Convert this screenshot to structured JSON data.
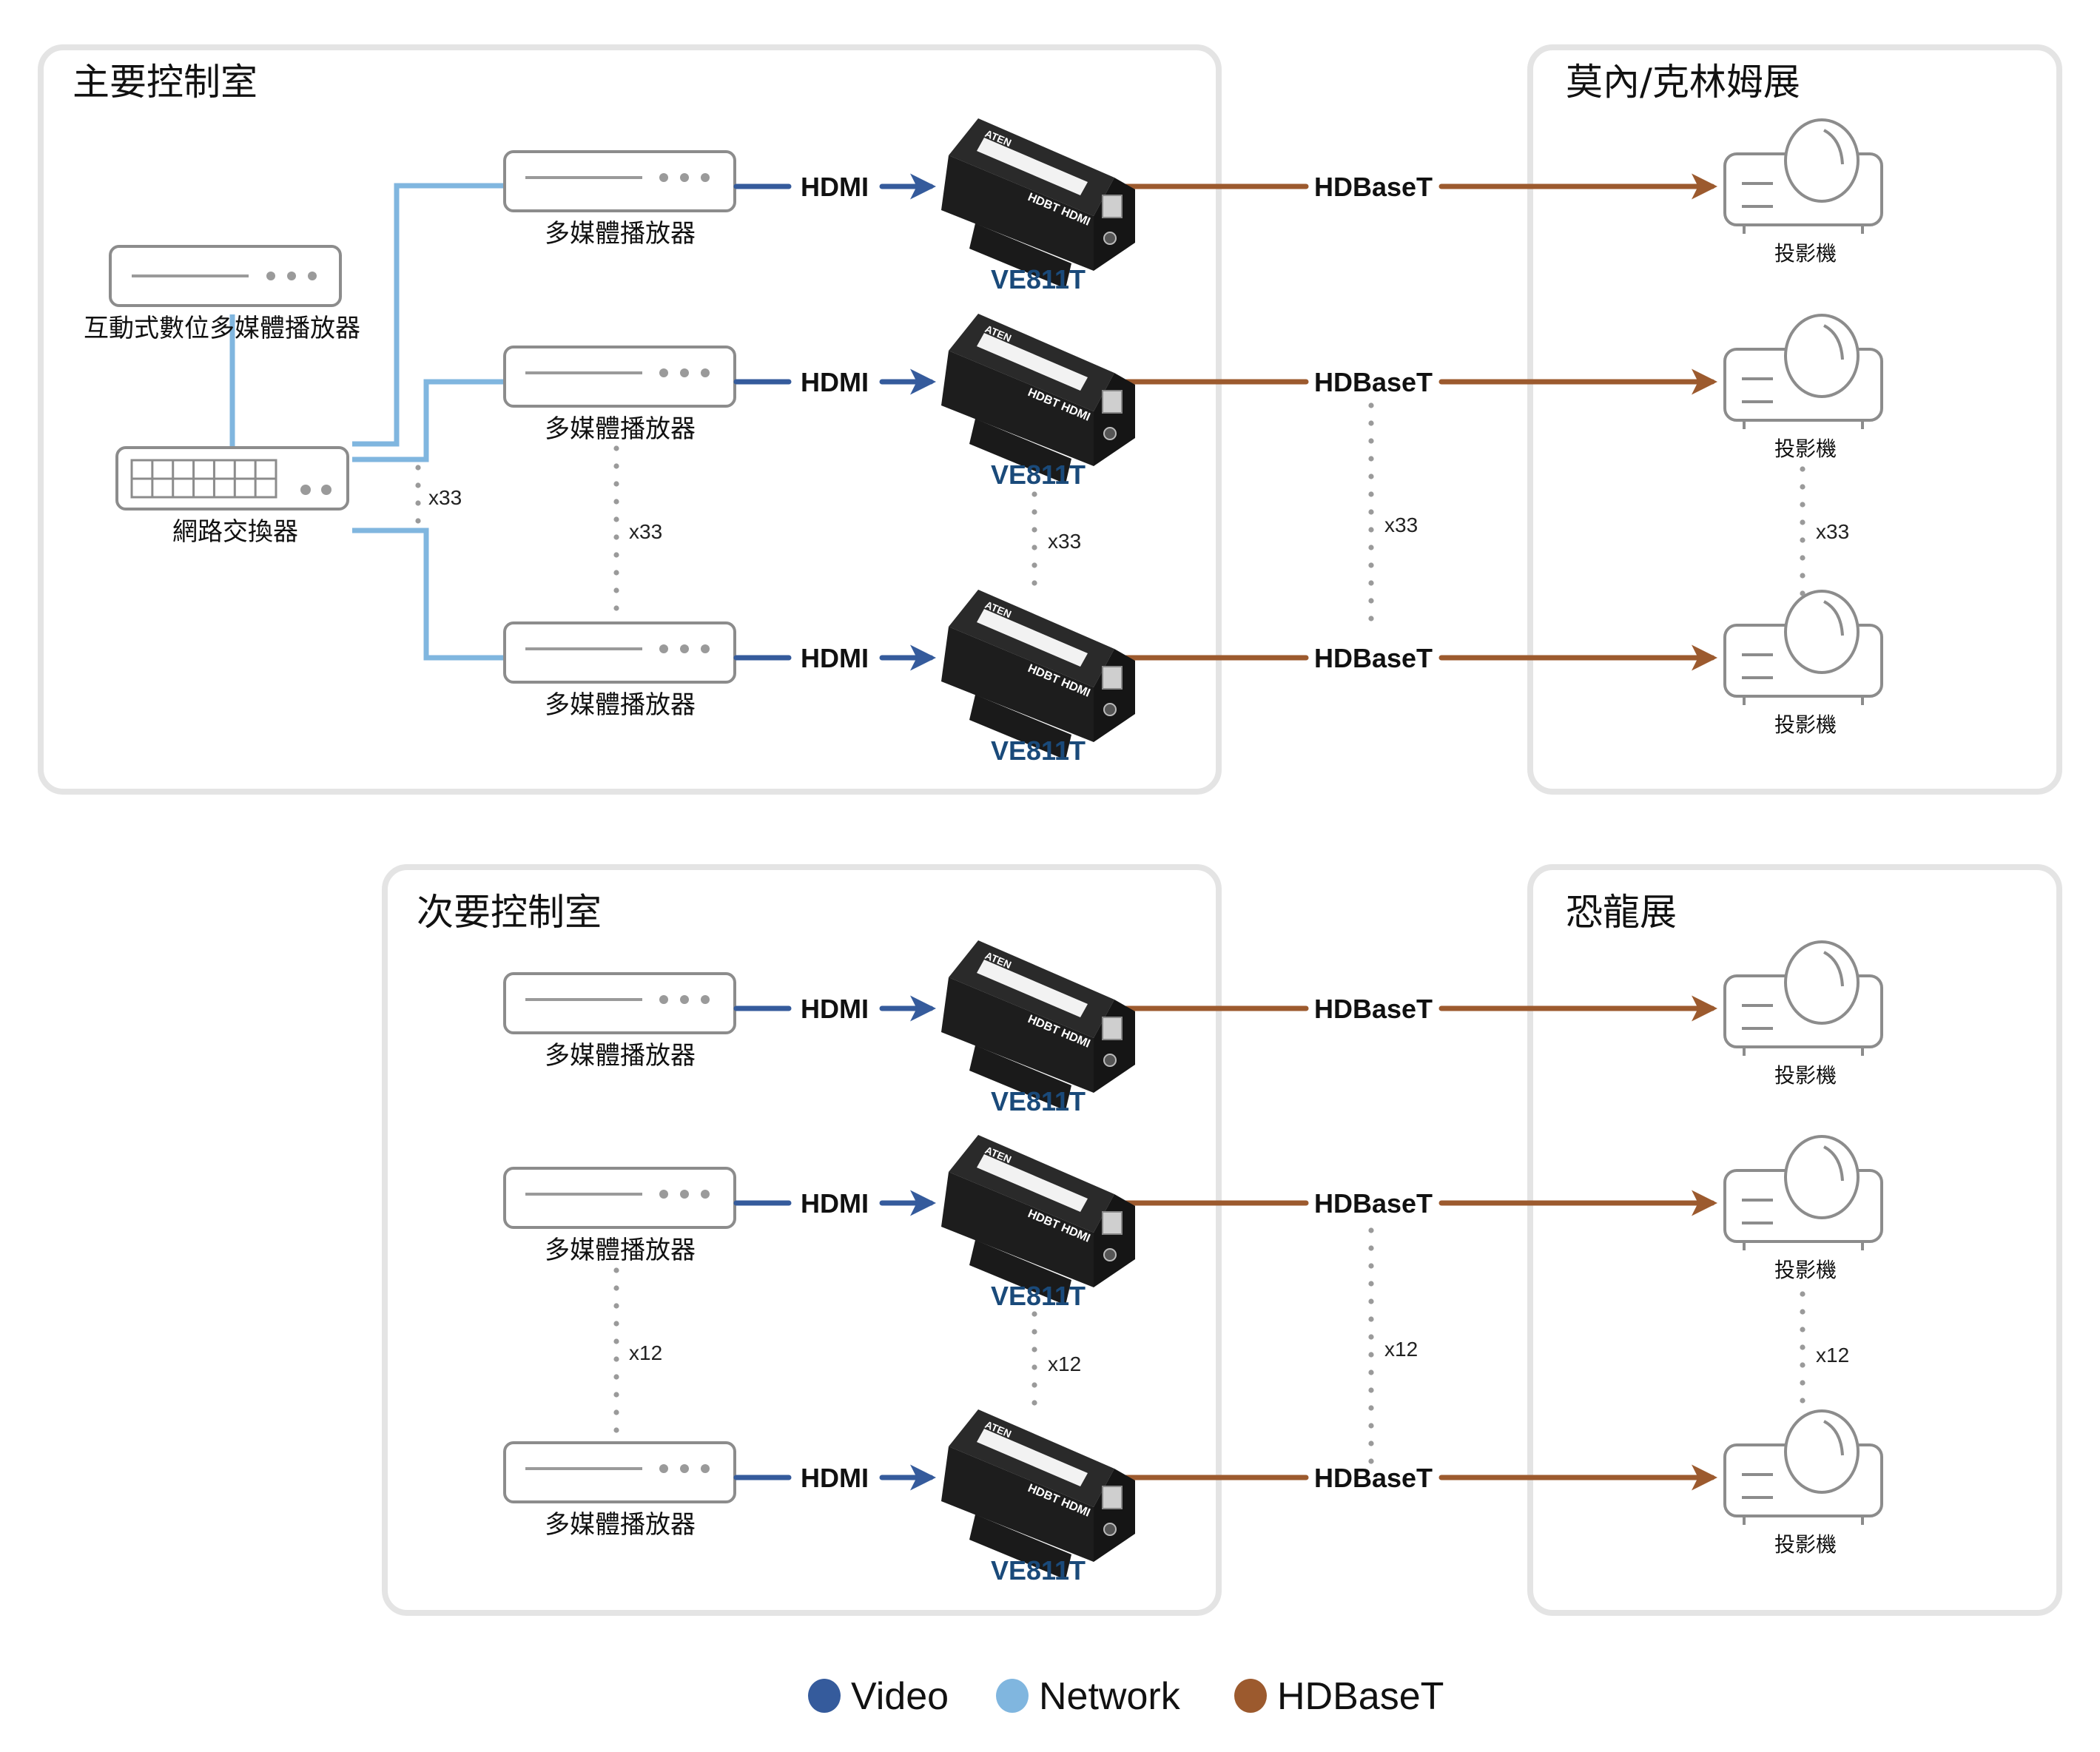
{
  "colors": {
    "video": "#355b9c",
    "network": "#80b6df",
    "hdbaset": "#9c5a2e",
    "panel_border": "#e4e4e4",
    "device_outline": "#8c8c8c",
    "dots": "#9a9a9a",
    "model_label": "#1a4a7a"
  },
  "panels": [
    {
      "id": "main-control-room",
      "title": "主要控制室"
    },
    {
      "id": "monet-klimt-exhibit",
      "title": "莫內/克林姆展"
    },
    {
      "id": "secondary-control-room",
      "title": "次要控制室"
    },
    {
      "id": "dinosaur-exhibit",
      "title": "恐龍展"
    }
  ],
  "main_room": {
    "interactive_player_label": "互動式數位多媒體播放器",
    "switch_label": "網路交換器",
    "switch_count_label": "x33",
    "rows": [
      {
        "player_label": "多媒體播放器",
        "video_label": "HDMI",
        "extender_model": "VE811T",
        "link_label": "HDBaseT",
        "projector_label": "投影機"
      },
      {
        "player_label": "多媒體播放器",
        "video_label": "HDMI",
        "extender_model": "VE811T",
        "link_label": "HDBaseT",
        "projector_label": "投影機"
      },
      {
        "player_label": "多媒體播放器",
        "video_label": "HDMI",
        "extender_model": "VE811T",
        "link_label": "HDBaseT",
        "projector_label": "投影機"
      }
    ],
    "repeat_label": "x33"
  },
  "secondary_room": {
    "rows": [
      {
        "player_label": "多媒體播放器",
        "video_label": "HDMI",
        "extender_model": "VE811T",
        "link_label": "HDBaseT",
        "projector_label": "投影機"
      },
      {
        "player_label": "多媒體播放器",
        "video_label": "HDMI",
        "extender_model": "VE811T",
        "link_label": "HDBaseT",
        "projector_label": "投影機"
      },
      {
        "player_label": "多媒體播放器",
        "video_label": "HDMI",
        "extender_model": "VE811T",
        "link_label": "HDBaseT",
        "projector_label": "投影機"
      }
    ],
    "repeat_label": "x12"
  },
  "legend": [
    {
      "label": "Video",
      "color_key": "video"
    },
    {
      "label": "Network",
      "color_key": "network"
    },
    {
      "label": "HDBaseT",
      "color_key": "hdbaset"
    }
  ]
}
